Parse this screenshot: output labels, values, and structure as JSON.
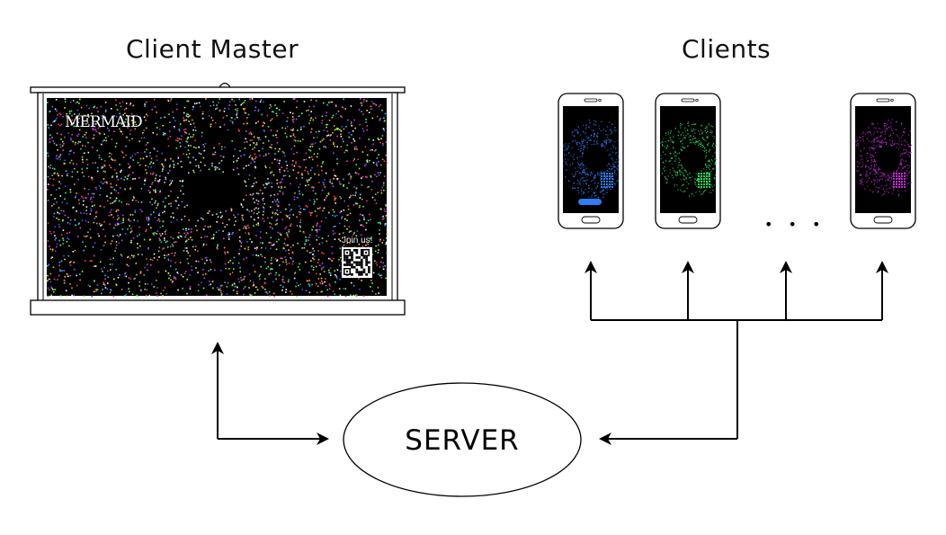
{
  "titles": {
    "master": "Client Master",
    "clients": "Clients"
  },
  "server": {
    "label": "SERVER"
  },
  "screen": {
    "logo": "MERMAID",
    "join_text": "Join us!"
  },
  "phones": [
    {
      "swirl_color": "#2e7cf6",
      "has_button": true
    },
    {
      "swirl_color": "#22d65a",
      "has_button": false
    },
    {
      "swirl_color": "#c22bd6",
      "has_button": false
    }
  ],
  "ellipsis": "• • •",
  "colors": {
    "line": "#000000",
    "screen_bg": "#000000",
    "particle_palette": [
      "#ff3b3b",
      "#ff9a1f",
      "#ffe21f",
      "#3bff6a",
      "#1fc8ff",
      "#3b5bff",
      "#c43bff",
      "#ff3bd1",
      "#ffffff",
      "#7dff3b"
    ]
  },
  "icons": {
    "projector": "projector-screen-icon",
    "phone": "smartphone-icon",
    "qr": "qr-code-icon"
  }
}
